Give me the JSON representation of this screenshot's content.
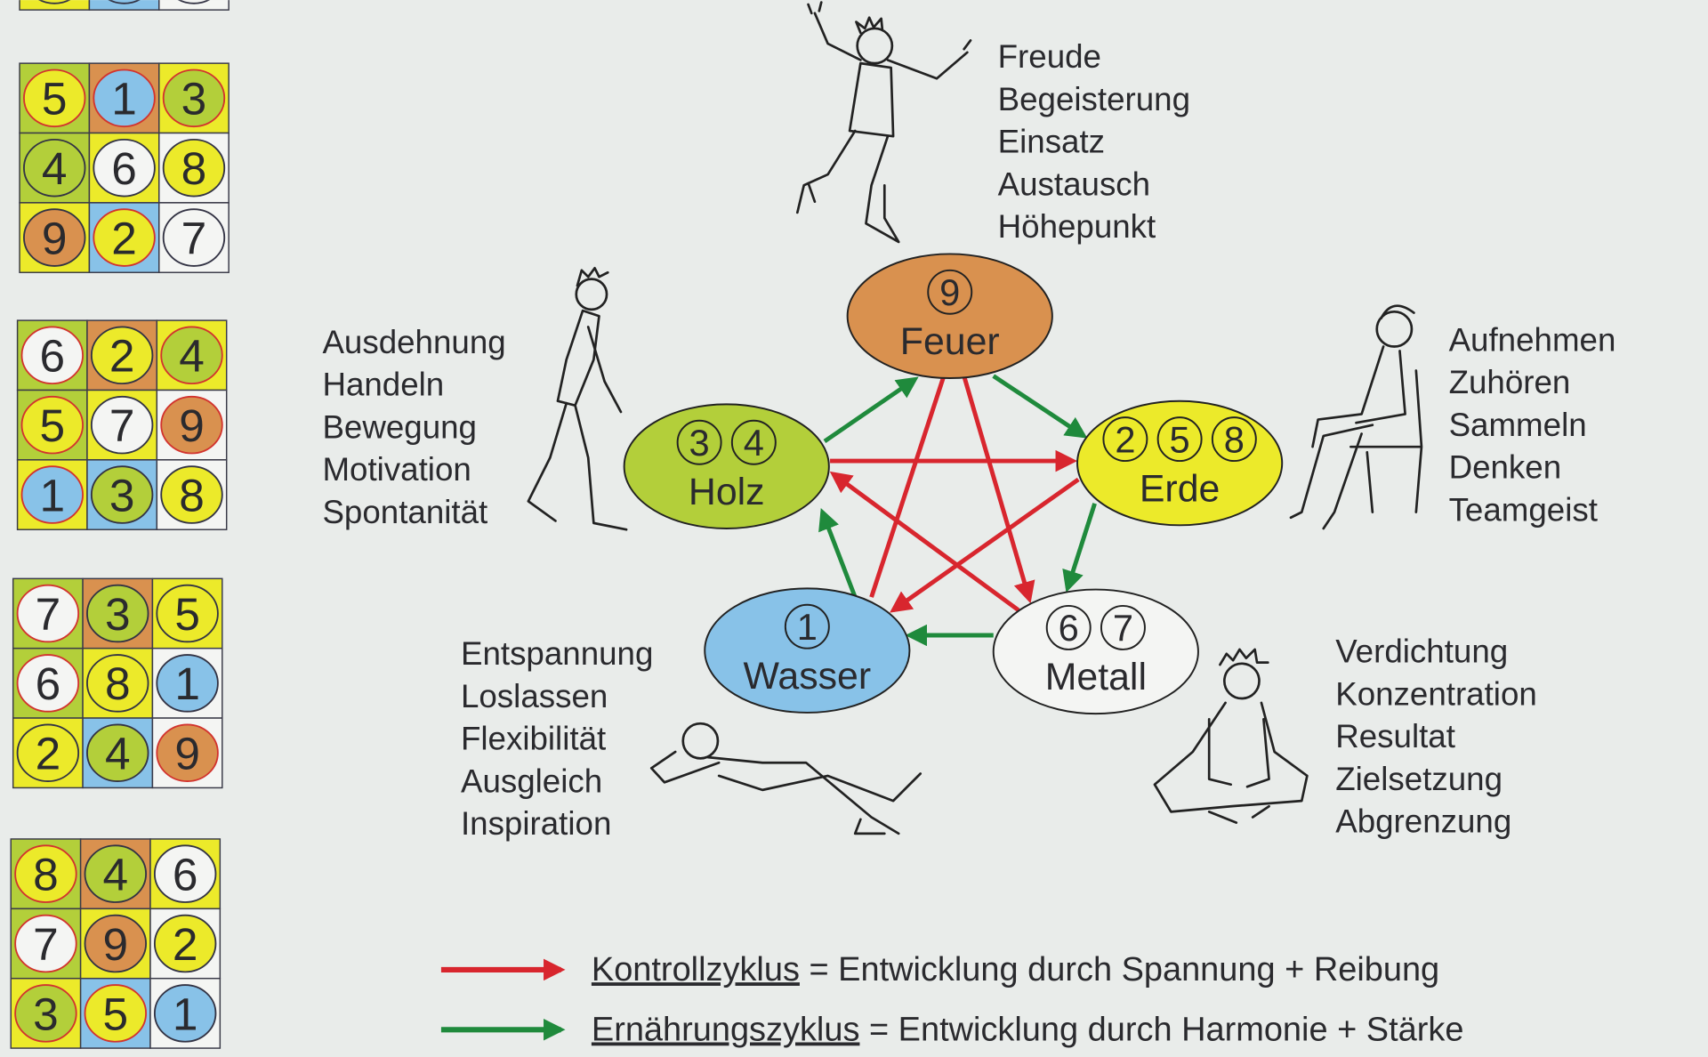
{
  "colors": {
    "background": "#e9ecea",
    "fire": "#d9914f",
    "wood": "#b3cf3a",
    "earth": "#ecea2a",
    "water": "#88c2e8",
    "metal": "#f4f5f3",
    "control_arrow": "#d8262e",
    "nourish_arrow": "#1f8a3c",
    "ring_red": "#d2332e",
    "ring_dark": "#333344"
  },
  "grid_cell_backgrounds": [
    [
      "wood",
      "fire",
      "earth"
    ],
    [
      "wood",
      "earth",
      "metal"
    ],
    [
      "earth",
      "water",
      "metal"
    ]
  ],
  "number_elements": {
    "1": "water",
    "2": "earth",
    "3": "wood",
    "4": "wood",
    "5": "earth",
    "6": "metal",
    "7": "metal",
    "8": "earth",
    "9": "fire"
  },
  "grids": [
    {
      "partial": true,
      "cells": [
        [
          "",
          "",
          ""
        ],
        [
          "",
          "",
          ""
        ],
        [
          "",
          "",
          ""
        ]
      ],
      "rings": [
        [
          "d",
          "d",
          "d"
        ],
        [
          "d",
          "d",
          "d"
        ],
        [
          "d",
          "d",
          "d"
        ]
      ]
    },
    {
      "cells": [
        [
          "5",
          "1",
          "3"
        ],
        [
          "4",
          "6",
          "8"
        ],
        [
          "9",
          "2",
          "7"
        ]
      ],
      "rings": [
        [
          "r",
          "r",
          "r"
        ],
        [
          "d",
          "d",
          "d"
        ],
        [
          "d",
          "r",
          "d"
        ]
      ]
    },
    {
      "cells": [
        [
          "6",
          "2",
          "4"
        ],
        [
          "5",
          "7",
          "9"
        ],
        [
          "1",
          "3",
          "8"
        ]
      ],
      "rings": [
        [
          "r",
          "d",
          "r"
        ],
        [
          "r",
          "d",
          "r"
        ],
        [
          "r",
          "d",
          "d"
        ]
      ]
    },
    {
      "cells": [
        [
          "7",
          "3",
          "5"
        ],
        [
          "6",
          "8",
          "1"
        ],
        [
          "2",
          "4",
          "9"
        ]
      ],
      "rings": [
        [
          "r",
          "d",
          "d"
        ],
        [
          "r",
          "d",
          "d"
        ],
        [
          "d",
          "d",
          "r"
        ]
      ]
    },
    {
      "cells": [
        [
          "8",
          "4",
          "6"
        ],
        [
          "7",
          "9",
          "2"
        ],
        [
          "3",
          "5",
          "1"
        ]
      ],
      "rings": [
        [
          "r",
          "d",
          "d"
        ],
        [
          "r",
          "d",
          "d"
        ],
        [
          "r",
          "r",
          "d"
        ]
      ]
    }
  ],
  "elements": [
    {
      "id": "feuer",
      "label": "Feuer",
      "numbers": [
        "9"
      ],
      "color": "fire"
    },
    {
      "id": "holz",
      "label": "Holz",
      "numbers": [
        "3",
        "4"
      ],
      "color": "wood"
    },
    {
      "id": "erde",
      "label": "Erde",
      "numbers": [
        "2",
        "5",
        "8"
      ],
      "color": "earth"
    },
    {
      "id": "wasser",
      "label": "Wasser",
      "numbers": [
        "1"
      ],
      "color": "water"
    },
    {
      "id": "metall",
      "label": "Metall",
      "numbers": [
        "6",
        "7"
      ],
      "color": "metal"
    }
  ],
  "keywords": {
    "feuer": [
      "Freude",
      "Begeisterung",
      "Einsatz",
      "Austausch",
      "Höhepunkt"
    ],
    "holz": [
      "Ausdehnung",
      "Handeln",
      "Bewegung",
      "Motivation",
      "Spontanität"
    ],
    "erde": [
      "Aufnehmen",
      "Zuhören",
      "Sammeln",
      "Denken",
      "Teamgeist"
    ],
    "wasser": [
      "Entspannung",
      "Loslassen",
      "Flexibilität",
      "Ausgleich",
      "Inspiration"
    ],
    "metall": [
      "Verdichtung",
      "Konzentration",
      "Resultat",
      "Zielsetzung",
      "Abgrenzung"
    ]
  },
  "cycles": {
    "nourishing": [
      [
        "holz",
        "feuer"
      ],
      [
        "feuer",
        "erde"
      ],
      [
        "erde",
        "metall"
      ],
      [
        "metall",
        "wasser"
      ],
      [
        "wasser",
        "holz"
      ]
    ],
    "control": [
      [
        "holz",
        "erde"
      ],
      [
        "erde",
        "wasser"
      ],
      [
        "wasser",
        "feuer"
      ],
      [
        "feuer",
        "metall"
      ],
      [
        "metall",
        "holz"
      ]
    ]
  },
  "legend": [
    {
      "term": "Kontrollzyklus",
      "text": " = Entwicklung durch Spannung + Reibung",
      "color": "control_arrow"
    },
    {
      "term": "Ernährungszyklus",
      "text": " = Entwicklung durch Harmonie + Stärke",
      "color": "nourish_arrow"
    }
  ]
}
